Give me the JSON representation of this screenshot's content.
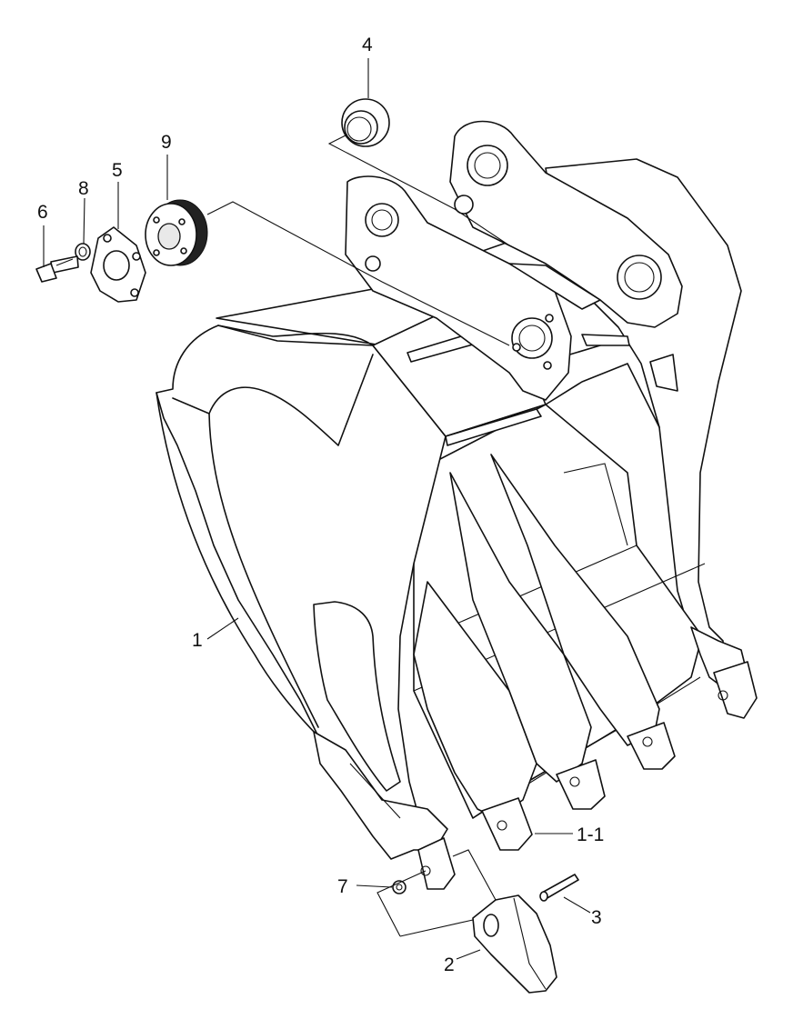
{
  "labels": {
    "bucket": "1",
    "tooth": "1-1",
    "tip": "2",
    "pin": "3",
    "bushing": "4",
    "shim_plate": "5",
    "bolt": "6",
    "lock_ring": "7",
    "washer": "8",
    "adjust_nut": "9"
  }
}
